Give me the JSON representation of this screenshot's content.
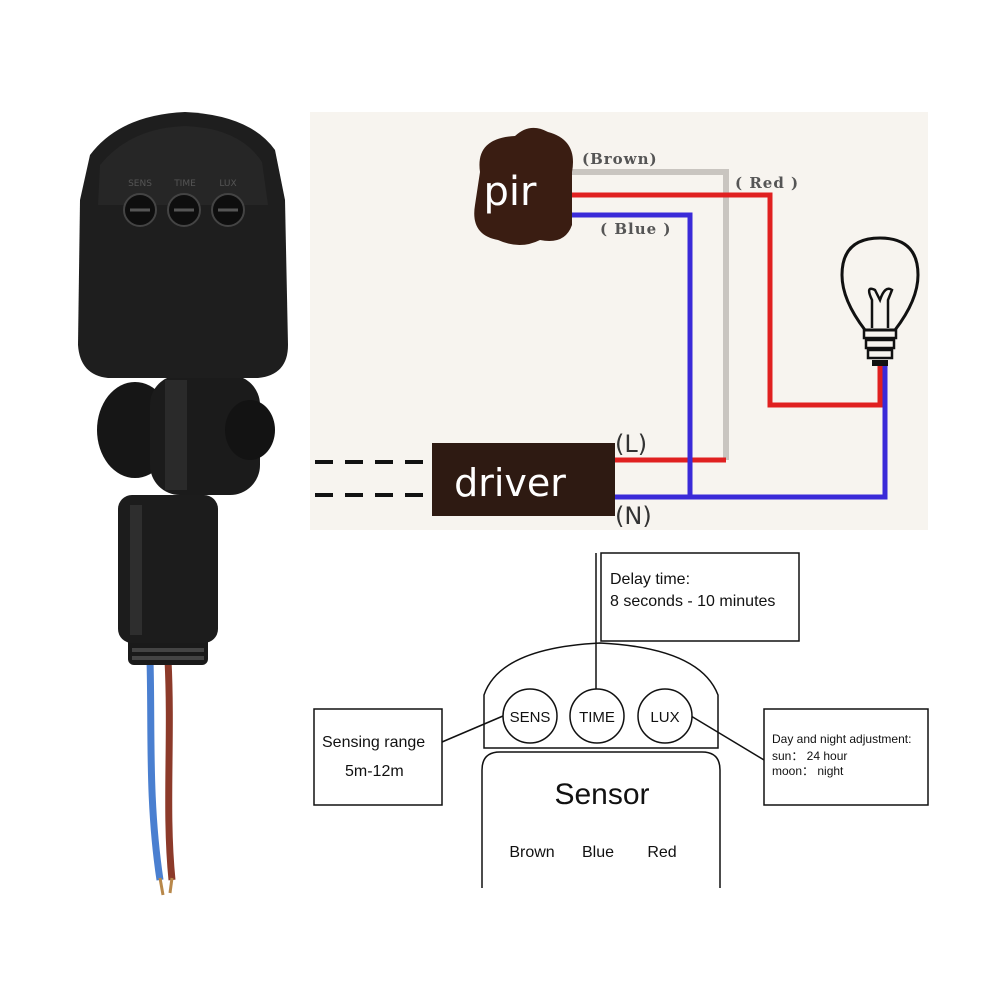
{
  "product": {
    "dial_labels": [
      "SENS",
      "TIME",
      "LUX"
    ]
  },
  "wiring_diagram": {
    "sensor_label": "pir",
    "wire_labels": {
      "brown": "(Brown)",
      "red": "( Red )",
      "blue": "( Blue )"
    },
    "driver_label": "driver",
    "terminals": {
      "live": "(L)",
      "neutral": "(N)"
    },
    "colors": {
      "brown_wire": "#c9c5c0",
      "red_wire": "#e02020",
      "blue_wire": "#3a2ad8",
      "pir_body": "#3a1d12",
      "driver_body": "#2e1a12",
      "background": "#f7f4ef"
    }
  },
  "sensor_panel": {
    "delay_box": {
      "line1": "Delay time:",
      "line2": "8 seconds -  10 minutes"
    },
    "sensing_box": {
      "line1": "Sensing range",
      "line2": "5m-12m"
    },
    "daynight_box": {
      "line1": "Day and night adjustment:",
      "line2": "sun： 24 hour",
      "line3": "moon： night"
    },
    "knobs": [
      "SENS",
      "TIME",
      "LUX"
    ],
    "sensor_title": "Sensor",
    "wire_names": [
      "Brown",
      "Blue",
      "Red"
    ]
  }
}
